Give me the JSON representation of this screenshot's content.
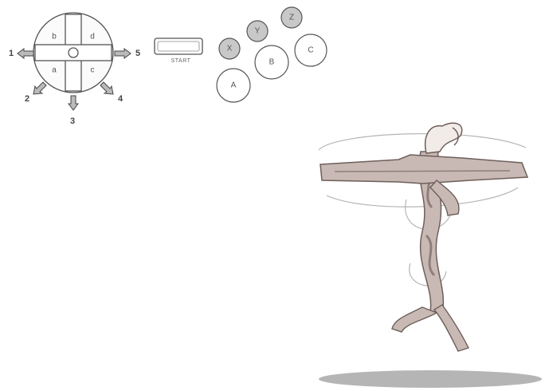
{
  "controller": {
    "direction_numbers": [
      "1",
      "2",
      "3",
      "4",
      "5"
    ],
    "dpad_labels": [
      "b",
      "d",
      "a",
      "c"
    ],
    "start_label": "START",
    "face_buttons": {
      "x": "X",
      "y": "Y",
      "z": "Z",
      "a": "A",
      "b": "B",
      "c": "C"
    }
  },
  "colors": {
    "ink": "#555555",
    "shaded_button": "#c8c8c8",
    "figure_fill": "#c9b9b4",
    "figure_dark": "#8f7e79",
    "ground": "#a8a8a8"
  }
}
